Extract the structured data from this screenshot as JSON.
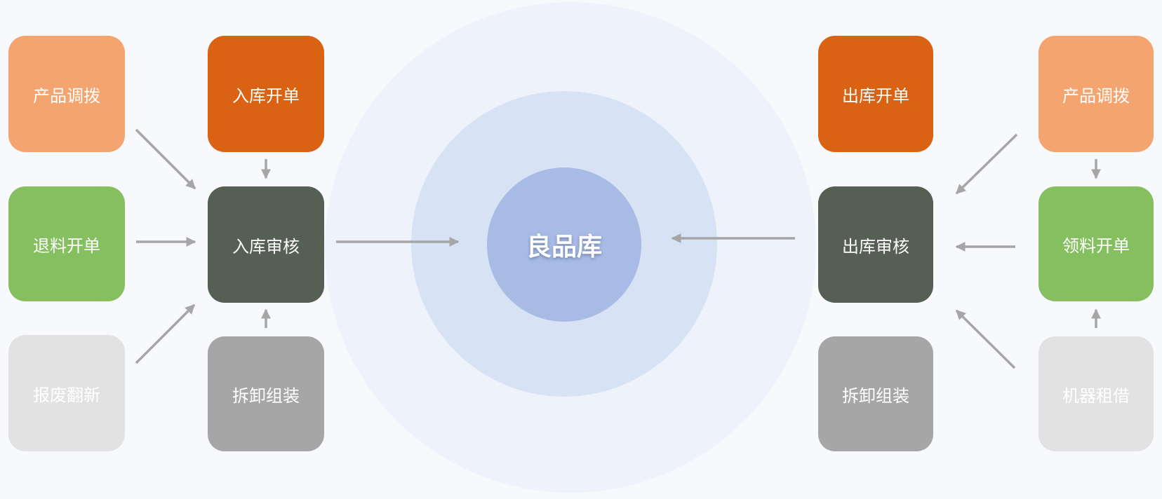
{
  "hub": {
    "label": "良品库"
  },
  "inbound": {
    "sources": [
      {
        "label": "产品调拨"
      },
      {
        "label": "退料开单"
      },
      {
        "label": "报废翻新"
      }
    ],
    "open_order": {
      "label": "入库开单"
    },
    "review": {
      "label": "入库审核"
    },
    "disassembly": {
      "label": "拆卸组装"
    }
  },
  "outbound": {
    "open_order": {
      "label": "出库开单"
    },
    "review": {
      "label": "出库审核"
    },
    "disassembly": {
      "label": "拆卸组装"
    },
    "sources": [
      {
        "label": "产品调拨"
      },
      {
        "label": "领料开单"
      },
      {
        "label": "机器租借"
      }
    ]
  },
  "colors": {
    "peach": "#f4a46e",
    "orange": "#d96313",
    "green": "#86bf60",
    "dark": "#565f53",
    "grey": "#a6a6a6",
    "light": "#e2e2e2",
    "arrow": "#a6a6a6",
    "ring_outer": "#eef3fb",
    "ring_mid": "#d7e2f4",
    "ring_core": "#a7bbe4"
  }
}
